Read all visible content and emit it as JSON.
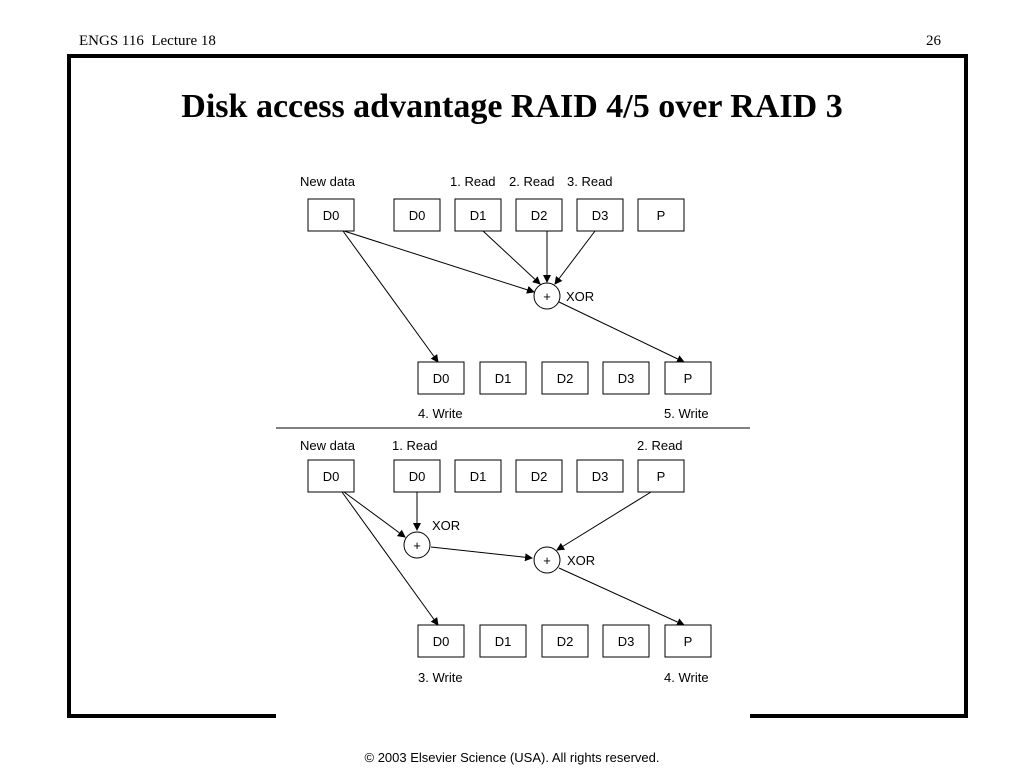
{
  "header": {
    "course": "ENGS 116  Lecture 18",
    "page_number": "26"
  },
  "slide": {
    "title": "Disk access advantage RAID 4/5 over RAID 3"
  },
  "footer": {
    "copyright": "© 2003 Elsevier Science (USA). All rights reserved."
  },
  "top_diagram": {
    "labels": {
      "new_data": "New data",
      "read1": "1. Read",
      "read2": "2. Read",
      "read3": "3. Read",
      "write4": "4. Write",
      "write5": "5. Write",
      "xor": "XOR",
      "plus": "+"
    },
    "disks_before": [
      "D0",
      "D0",
      "D1",
      "D2",
      "D3",
      "P"
    ],
    "disks_after": [
      "D0",
      "D1",
      "D2",
      "D3",
      "P"
    ]
  },
  "bottom_diagram": {
    "labels": {
      "new_data": "New data",
      "read1": "1. Read",
      "read2": "2. Read",
      "write3": "3. Write",
      "write4": "4. Write",
      "xor1": "XOR",
      "xor2": "XOR",
      "plus1": "+",
      "plus2": "+"
    },
    "disks_before": [
      "D0",
      "D0",
      "D1",
      "D2",
      "D3",
      "P"
    ],
    "disks_after": [
      "D0",
      "D1",
      "D2",
      "D3",
      "P"
    ]
  }
}
